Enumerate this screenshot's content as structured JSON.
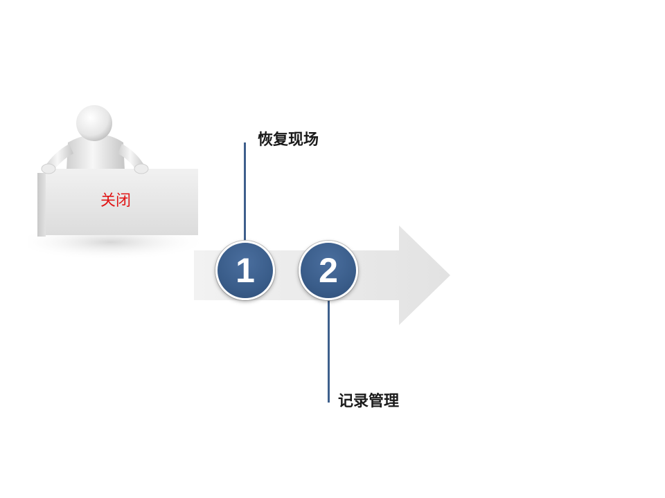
{
  "sign": {
    "text": "关闭",
    "text_color": "#e01515"
  },
  "steps": [
    {
      "number": "1",
      "label": "恢复现场"
    },
    {
      "number": "2",
      "label": "记录管理"
    }
  ],
  "colors": {
    "circle": "#3a5d8a",
    "connector": "#3e5f8c",
    "arrow": "#e6e6e6",
    "sign_board": "#e4e4e4"
  },
  "icons": {
    "figure": "person-holding-sign-icon",
    "arrow": "right-arrow-icon"
  }
}
